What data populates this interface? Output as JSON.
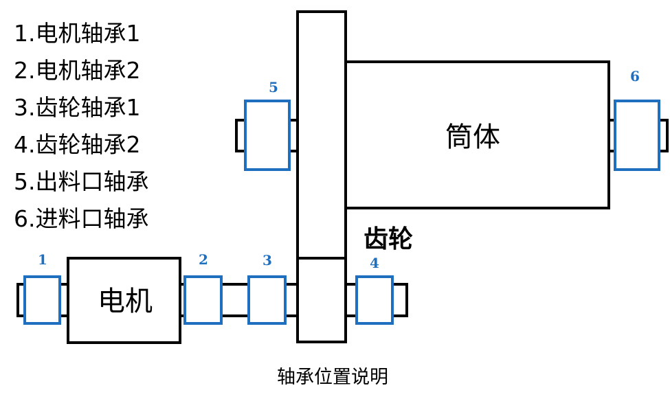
{
  "legend": [
    "1.电机轴承1",
    "2.电机轴承2",
    "3.齿轮轴承1",
    "4.齿轮轴承2",
    "5.出料口轴承",
    "6.进料口轴承"
  ],
  "labels": {
    "motor": "电机",
    "cylinder": "筒体",
    "gear": "齿轮",
    "caption": "轴承位置说明"
  },
  "bearings": {
    "b1": "1",
    "b2": "2",
    "b3": "3",
    "b4": "4",
    "b5": "5",
    "b6": "6"
  },
  "colors": {
    "bearing": "#1f6fc0",
    "bearing_label": "#1f6fc0",
    "outline": "#000000"
  }
}
